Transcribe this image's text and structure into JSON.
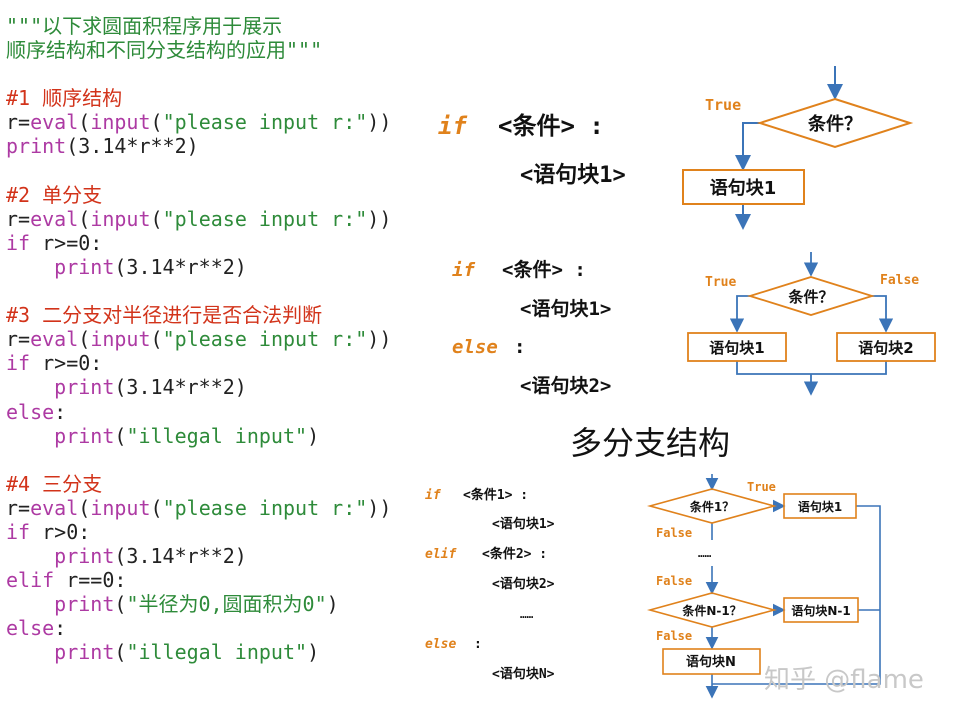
{
  "code_lines": [
    [
      {
        "t": "\"\"\"以下求圆面积程序用于展示",
        "c": "str"
      }
    ],
    [
      {
        "t": "顺序结构和不同分支结构的应用\"\"\"",
        "c": "str"
      }
    ],
    [],
    [
      {
        "t": "#1 顺序结构",
        "c": "cmt"
      }
    ],
    [
      {
        "t": "r=",
        "c": "pl"
      },
      {
        "t": "eval",
        "c": "fn"
      },
      {
        "t": "(",
        "c": "pl"
      },
      {
        "t": "input",
        "c": "fn"
      },
      {
        "t": "(",
        "c": "pl"
      },
      {
        "t": "\"please input r:\"",
        "c": "str"
      },
      {
        "t": "))",
        "c": "pl"
      }
    ],
    [
      {
        "t": "print",
        "c": "fn"
      },
      {
        "t": "(3.14*r**2)",
        "c": "pl"
      }
    ],
    [],
    [
      {
        "t": "#2 单分支",
        "c": "cmt"
      }
    ],
    [
      {
        "t": "r=",
        "c": "pl"
      },
      {
        "t": "eval",
        "c": "fn"
      },
      {
        "t": "(",
        "c": "pl"
      },
      {
        "t": "input",
        "c": "fn"
      },
      {
        "t": "(",
        "c": "pl"
      },
      {
        "t": "\"please input r:\"",
        "c": "str"
      },
      {
        "t": "))",
        "c": "pl"
      }
    ],
    [
      {
        "t": "if",
        "c": "kw"
      },
      {
        "t": " r>=0:",
        "c": "pl"
      }
    ],
    [
      {
        "t": "    ",
        "c": "pl"
      },
      {
        "t": "print",
        "c": "fn"
      },
      {
        "t": "(3.14*r**2)",
        "c": "pl"
      }
    ],
    [],
    [
      {
        "t": "#3 二分支对半径进行是否合法判断",
        "c": "cmt"
      }
    ],
    [
      {
        "t": "r=",
        "c": "pl"
      },
      {
        "t": "eval",
        "c": "fn"
      },
      {
        "t": "(",
        "c": "pl"
      },
      {
        "t": "input",
        "c": "fn"
      },
      {
        "t": "(",
        "c": "pl"
      },
      {
        "t": "\"please input r:\"",
        "c": "str"
      },
      {
        "t": "))",
        "c": "pl"
      }
    ],
    [
      {
        "t": "if",
        "c": "kw"
      },
      {
        "t": " r>=0:",
        "c": "pl"
      }
    ],
    [
      {
        "t": "    ",
        "c": "pl"
      },
      {
        "t": "print",
        "c": "fn"
      },
      {
        "t": "(3.14*r**2)",
        "c": "pl"
      }
    ],
    [
      {
        "t": "else",
        "c": "kw"
      },
      {
        "t": ":",
        "c": "pl"
      }
    ],
    [
      {
        "t": "    ",
        "c": "pl"
      },
      {
        "t": "print",
        "c": "fn"
      },
      {
        "t": "(",
        "c": "pl"
      },
      {
        "t": "\"illegal input\"",
        "c": "str"
      },
      {
        "t": ")",
        "c": "pl"
      }
    ],
    [],
    [
      {
        "t": "#4 三分支",
        "c": "cmt"
      }
    ],
    [
      {
        "t": "r=",
        "c": "pl"
      },
      {
        "t": "eval",
        "c": "fn"
      },
      {
        "t": "(",
        "c": "pl"
      },
      {
        "t": "input",
        "c": "fn"
      },
      {
        "t": "(",
        "c": "pl"
      },
      {
        "t": "\"please input r:\"",
        "c": "str"
      },
      {
        "t": "))",
        "c": "pl"
      }
    ],
    [
      {
        "t": "if",
        "c": "kw"
      },
      {
        "t": " r>0:",
        "c": "pl"
      }
    ],
    [
      {
        "t": "    ",
        "c": "pl"
      },
      {
        "t": "print",
        "c": "fn"
      },
      {
        "t": "(3.14*r**2)",
        "c": "pl"
      }
    ],
    [
      {
        "t": "elif",
        "c": "kw"
      },
      {
        "t": " r==0:",
        "c": "pl"
      }
    ],
    [
      {
        "t": "    ",
        "c": "pl"
      },
      {
        "t": "print",
        "c": "fn"
      },
      {
        "t": "(",
        "c": "pl"
      },
      {
        "t": "\"半径为0,圆面积为0\"",
        "c": "str"
      },
      {
        "t": ")",
        "c": "pl"
      }
    ],
    [
      {
        "t": "else",
        "c": "kw"
      },
      {
        "t": ":",
        "c": "pl"
      }
    ],
    [
      {
        "t": "    ",
        "c": "pl"
      },
      {
        "t": "print",
        "c": "fn"
      },
      {
        "t": "(",
        "c": "pl"
      },
      {
        "t": "\"illegal input\"",
        "c": "str"
      },
      {
        "t": ")",
        "c": "pl"
      }
    ]
  ],
  "single": {
    "kw_if": "if",
    "cond": "<条件> :",
    "block": "<语句块1>",
    "true_label": "True",
    "diamond": "条件？",
    "box": "语句块1"
  },
  "double": {
    "kw_if": "if",
    "cond": "<条件> :",
    "block1": "<语句块1>",
    "kw_else": "else",
    "colon": ":",
    "block2": "<语句块2>",
    "true_label": "True",
    "false_label": "False",
    "diamond": "条件？",
    "box1": "语句块1",
    "box2": "语句块2"
  },
  "multi": {
    "title": "多分支结构",
    "kw_if": "if",
    "cond1": "<条件1> :",
    "block1": "<语句块1>",
    "kw_elif": "elif",
    "cond2": "<条件2> :",
    "block2": "<语句块2>",
    "ellipsis_code": "……",
    "kw_else": "else",
    "colon": ":",
    "blockN": "<语句块N>",
    "diamond1": "条件1？",
    "box1": "语句块1",
    "true_label": "True",
    "false1": "False",
    "ellipsis_flow": "……",
    "false2": "False",
    "diamondN1": "条件N-1？",
    "boxN1": "语句块N-1",
    "false3": "False",
    "boxN": "语句块N"
  },
  "watermark": "知乎 @flame",
  "colors": {
    "string": "#2e8b3a",
    "comment": "#d2331a",
    "keyword": "#ad3aa3",
    "flow_line": "#3b74b8",
    "shape_stroke": "#e0821c",
    "syntax_keyword": "#e0821c"
  }
}
